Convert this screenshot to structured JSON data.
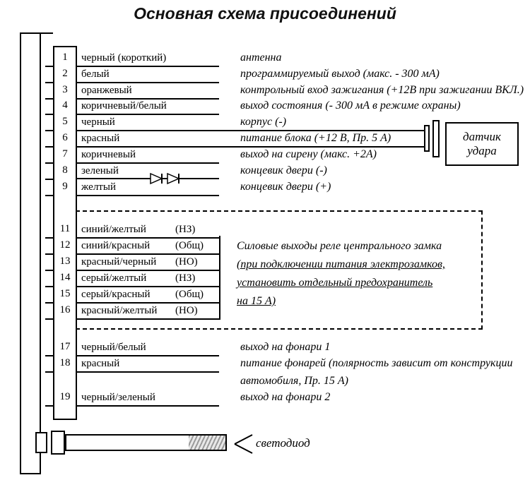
{
  "title": "Основная схема присоединений",
  "pins": [
    {
      "num": "1",
      "color": "черный (короткий)",
      "desc": "антенна"
    },
    {
      "num": "2",
      "color": "белый",
      "desc": "программируемый выход (макс. - 300 мА)"
    },
    {
      "num": "3",
      "color": "оранжевый",
      "desc": "контрольный вход зажигания (+12В при зажигании ВКЛ.)"
    },
    {
      "num": "4",
      "color": "коричневый/белый",
      "desc": "выход состояния (- 300 мА в режиме охраны)"
    },
    {
      "num": "5",
      "color": "черный",
      "desc": "корпус (-)"
    },
    {
      "num": "6",
      "color": "красный",
      "desc": "питание блока (+12 В, Пр. 5 А)"
    },
    {
      "num": "7",
      "color": "коричневый",
      "desc": "выход на сирену (макс. +2А)"
    },
    {
      "num": "8",
      "color": "зеленый",
      "desc": "концевик двери (-)"
    },
    {
      "num": "9",
      "color": "желтый",
      "desc": "концевик двери (+)"
    },
    {
      "num": "11",
      "color": "синий/желтый",
      "tag": "(НЗ)"
    },
    {
      "num": "12",
      "color": "синий/красный",
      "tag": "(Общ)"
    },
    {
      "num": "13",
      "color": "красный/черный",
      "tag": "(НО)"
    },
    {
      "num": "14",
      "color": "серый/желтый",
      "tag": "(НЗ)"
    },
    {
      "num": "15",
      "color": "серый/красный",
      "tag": "(Общ)"
    },
    {
      "num": "16",
      "color": "красный/желтый",
      "tag": "(НО)"
    },
    {
      "num": "17",
      "color": "черный/белый",
      "desc": "выход на фонари 1"
    },
    {
      "num": "18",
      "color": "красный",
      "desc": "питание фонарей (полярность зависит от конструкции",
      "desc2": "автомобиля, Пр. 15 А)"
    },
    {
      "num": "19",
      "color": "черный/зеленый",
      "desc": "выход на фонари 2"
    }
  ],
  "central_lock_note": {
    "line1": "Силовые выходы реле центрального замка",
    "line2": "(при подключении питания электрозамков,",
    "line3": "установить отдельный предохранитель",
    "line4": "на 15 А)"
  },
  "shock_sensor": {
    "line1": "датчик",
    "line2": "удара"
  },
  "led_label": "светодиод"
}
